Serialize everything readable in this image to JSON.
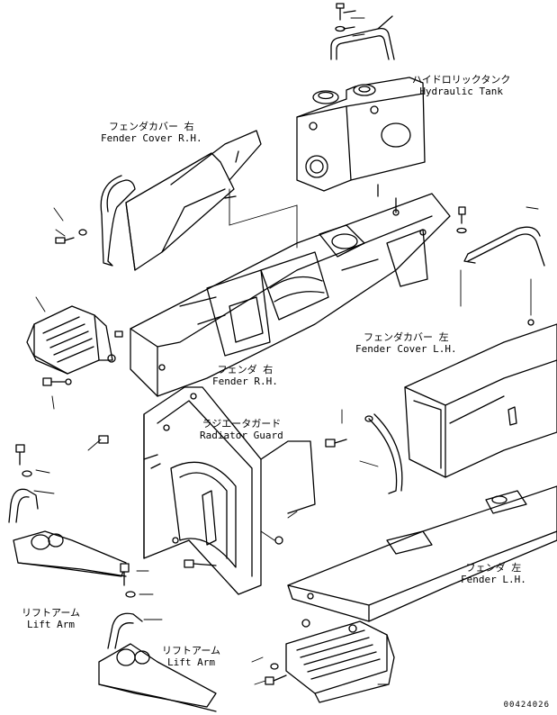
{
  "labels": {
    "hydraulic_tank": {
      "jp": "ハイドロリックタンク",
      "en": "Hydraulic Tank"
    },
    "fender_cover_rh": {
      "jp": "フェンダカバー 右",
      "en": "Fender Cover R.H."
    },
    "fender_cover_lh": {
      "jp": "フェンダカバー 左",
      "en": "Fender Cover L.H."
    },
    "fender_rh": {
      "jp": "フェンダ 右",
      "en": "Fender R.H."
    },
    "fender_lh": {
      "jp": "フェンダ 左",
      "en": "Fender L.H."
    },
    "radiator_guard": {
      "jp": "ラジエータガード",
      "en": "Radiator Guard"
    },
    "lift_arm_1": {
      "jp": "リフトアーム",
      "en": "Lift Arm"
    },
    "lift_arm_2": {
      "jp": "リフトアーム",
      "en": "Lift Arm"
    }
  },
  "document_number": "00424026"
}
